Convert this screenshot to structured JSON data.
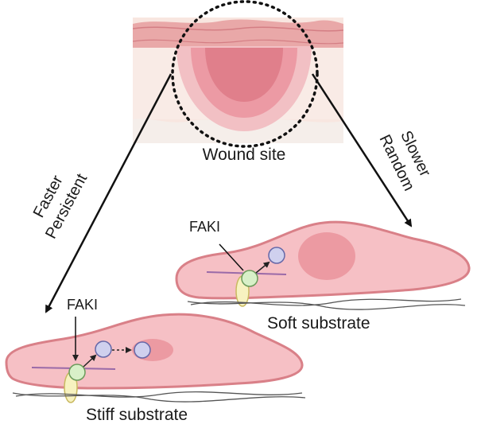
{
  "labels": {
    "wound_site": "Wound site",
    "left_line1": "Faster",
    "left_line2": "Persistent",
    "right_line1": "Slower",
    "right_line2": "Random",
    "faki_soft": "FAKI",
    "faki_stiff": "FAKI",
    "soft_substrate": "Soft substrate",
    "stiff_substrate": "Stiff substrate"
  },
  "colors": {
    "skin_outer": "#f6d3cf",
    "skin_band": "#e9a8a8",
    "skin_deep": "#f7e8e3",
    "wound_outer": "#f2c0c4",
    "wound_mid": "#ec9aa4",
    "wound_inner": "#e07f8b",
    "cell_fill": "#f6c0c5",
    "cell_stroke": "#d98088",
    "nucleus": "#ec9aa2",
    "protein_blue": "#cfd0ee",
    "protein_green": "#d8f0c8",
    "protein_yellow": "#f7f2c0",
    "membrane_line": "#9a6aa8",
    "fiber": "#555555"
  }
}
